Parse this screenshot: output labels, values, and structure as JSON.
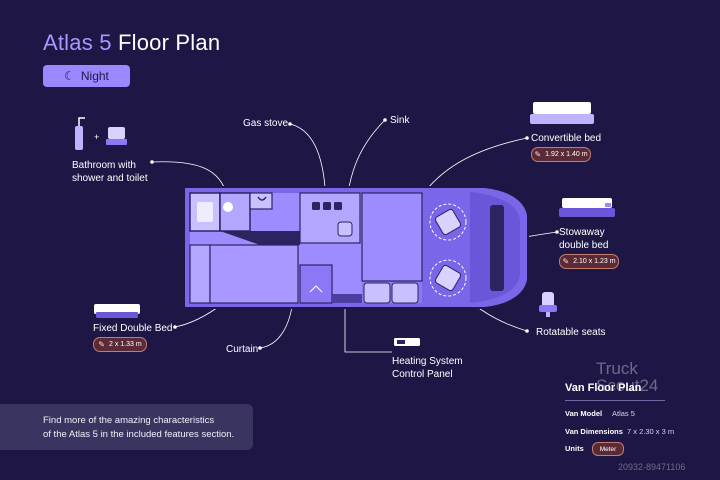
{
  "title": {
    "brand": "Atlas 5",
    "rest": "Floor Plan"
  },
  "mode_button": {
    "label": "Night",
    "icon": "moon-icon"
  },
  "callouts": {
    "gas_stove": "Gas stove",
    "sink": "Sink",
    "convertible_bed": {
      "label": "Convertible bed",
      "size": "1.92 x 1.40 m"
    },
    "bathroom": {
      "line1": "Bathroom with",
      "line2": "shower and toilet"
    },
    "stowaway_bed": {
      "line1": "Stowaway",
      "line2": "double bed",
      "size": "2.10 x 1.23 m"
    },
    "fixed_bed": {
      "label": "Fixed Double Bed",
      "size": "2 x 1.33 m"
    },
    "rotatable_seats": "Rotatable seats",
    "curtain": "Curtain",
    "heating": {
      "line1": "Heating System",
      "line2": "Control Panel"
    }
  },
  "info_text": {
    "line1": "Find more of the amazing characteristics",
    "line2": "of the Atlas 5 in the included features section."
  },
  "van_floor_plan": {
    "title": "Van Floor Plan",
    "model_label": "Van Model",
    "model_value": "Atlas 5",
    "dimensions_label": "Van Dimensions",
    "dimensions_value": "7 x 2.30 x 3 m",
    "units_label": "Units",
    "units_value": "Meter"
  },
  "watermark": {
    "line1": "Truck",
    "line2": "Scout24",
    "id": "20932-89471106"
  },
  "colors": {
    "background": "#1e1746",
    "accent": "#9b87ff",
    "floor": "#9d8cff",
    "badge": "#5a2a37"
  }
}
